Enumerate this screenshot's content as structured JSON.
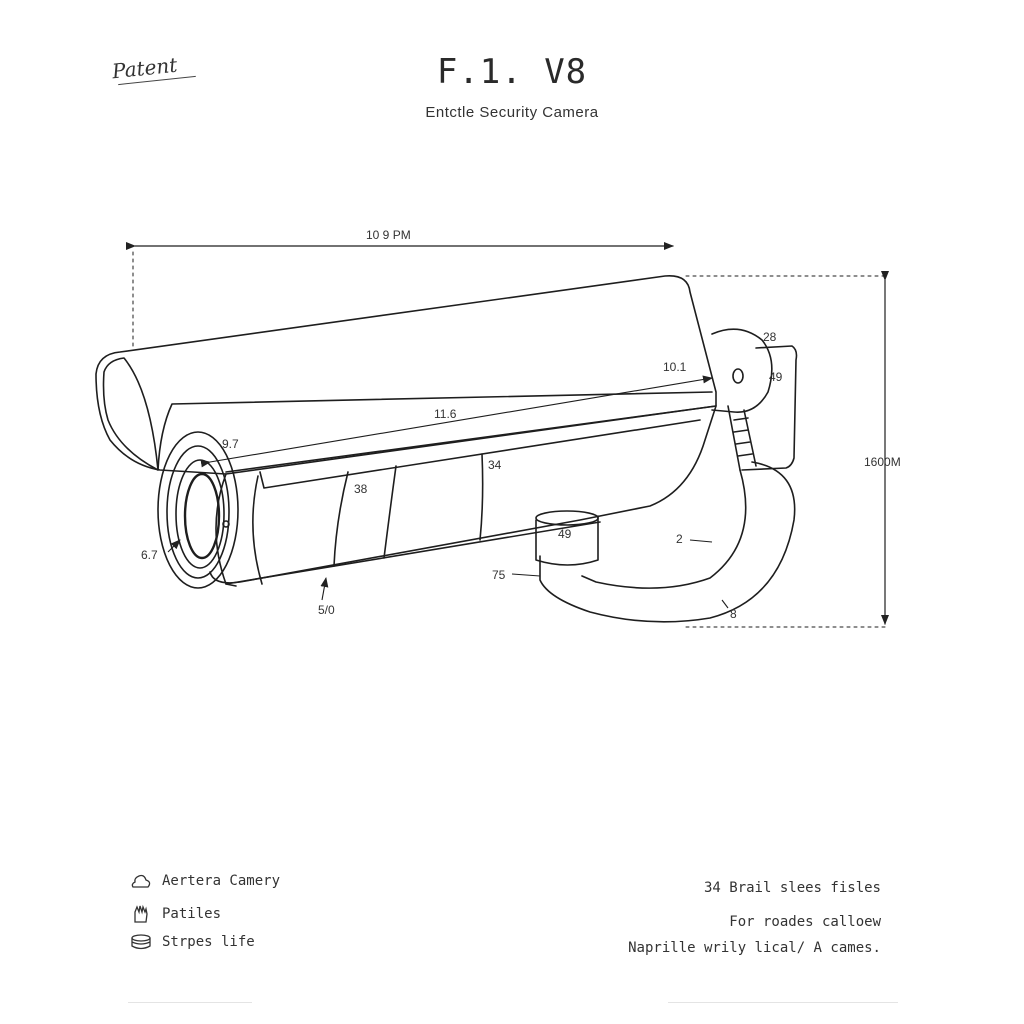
{
  "header": {
    "stamp": "Patent",
    "title": "F.1. V8",
    "subtitle": "Entctle Security Camera"
  },
  "dimensions": {
    "top_length": "10 9 PM",
    "height": "1600M",
    "bracket_top": "28",
    "bracket_side": "49",
    "hood_end": "10.1",
    "hood_mid": "11.6",
    "hood_front": "9.7",
    "body_center": "34",
    "body_ring": "38",
    "mount_collar": "49",
    "mount_base": "75",
    "arm_mid": "2",
    "arm_low": "8",
    "lens": "6.7",
    "bottom": "5/0"
  },
  "legend": [
    {
      "icon": "cloud-icon",
      "label": "Aertera Camery"
    },
    {
      "icon": "hand-icon",
      "label": "Patiles"
    },
    {
      "icon": "stack-icon",
      "label": "Strpes life"
    }
  ],
  "notes": {
    "line1": "34 Brail slees fisles",
    "line2": "For roades calloew",
    "line3": "Naprille wrily lical/ A cames."
  }
}
